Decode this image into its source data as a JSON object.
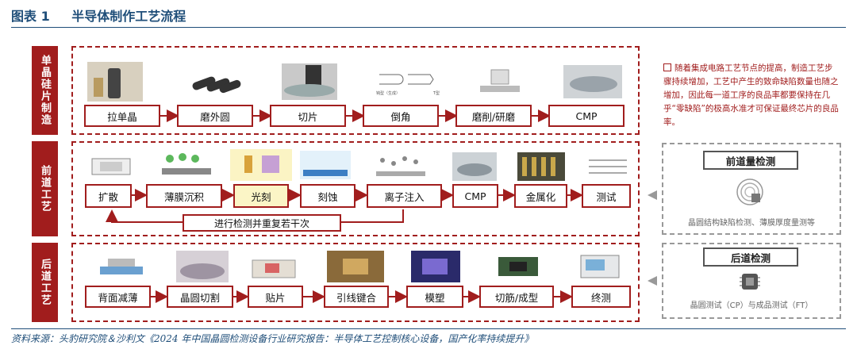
{
  "figure": {
    "label": "图表 1",
    "title": "半导体制作工艺流程"
  },
  "stages": {
    "wafer": "单晶硅片制造",
    "front": "前道工艺",
    "back": "后道工艺"
  },
  "wafer_steps": [
    "拉单晶",
    "磨外圆",
    "切片",
    "倒角",
    "磨削/研磨",
    "CMP"
  ],
  "front_steps": [
    "扩散",
    "薄膜沉积",
    "光刻",
    "刻蚀",
    "离子注入",
    "CMP",
    "金属化",
    "测试"
  ],
  "back_steps": [
    "背面减薄",
    "晶圆切割",
    "贴片",
    "引线键合",
    "模塑",
    "切筋/成型",
    "终测"
  ],
  "loop_label": "进行检测并重复若干次",
  "note": "随着集成电路工艺节点的提高，制造工艺步骤持续增加，工艺中产生的致命缺陷数量也随之增加，因此每一道工序的良品率都要保持在几乎“零缺陷”的极高水准才可保证最终芯片的良品率。",
  "front_inspection": {
    "title": "前道量检测",
    "desc": "晶圆结构缺陷检测、薄膜厚度量测等"
  },
  "back_inspection": {
    "title": "后道检测",
    "desc": "晶圆测试（CP）与成品测试（FT）"
  },
  "chamfer_image_labels": [
    "钝型（生成）",
    "T型"
  ],
  "source": "资料来源：头豹研究院＆沙利文《2024 年中国晶圆检测设备行业研究报告：半导体工艺控制核心设备，国产化率持续提升》",
  "colors": {
    "accent": "#a11d1d",
    "title_blue": "#1f4e79",
    "inspection_border": "#999999"
  }
}
